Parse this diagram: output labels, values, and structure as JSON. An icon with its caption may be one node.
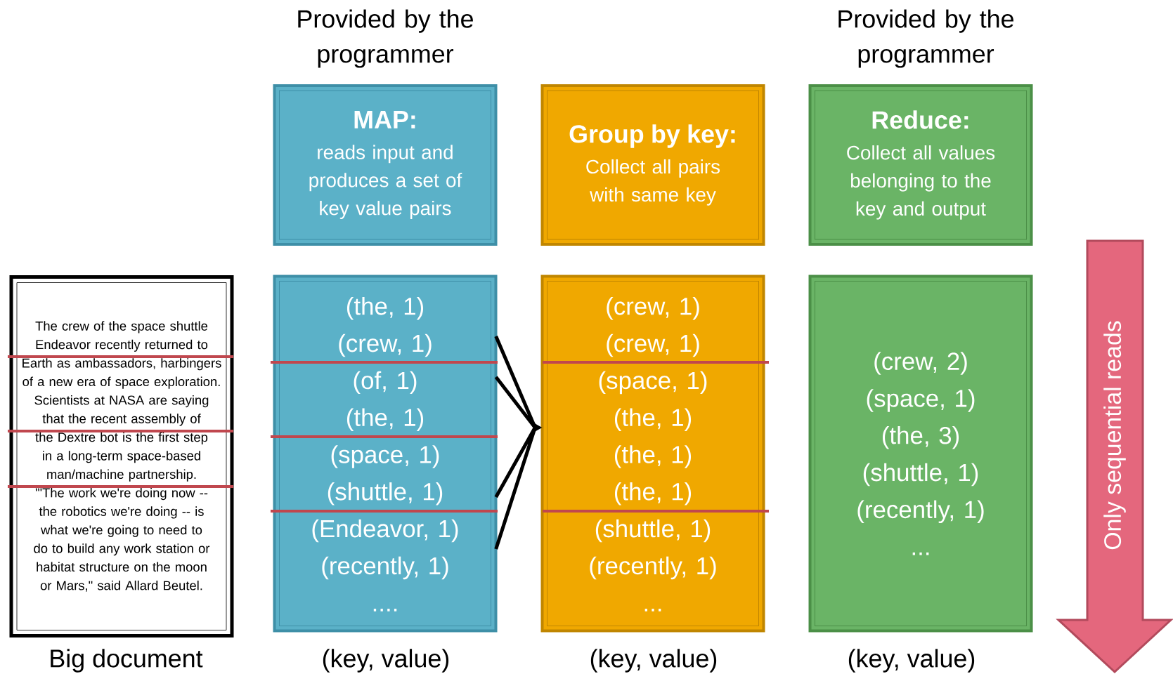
{
  "diagram": {
    "nodes": [
      {
        "text": [
          "The crew of the space shuttle Endeavor recently returned to Earth as ambassadors, harbingers of a new era of space exploration. Scientists at NASA are saying that the recent assembly of the Dextre bot is the first step in a long-term space-based man/machine partnership. '\"The work we're doing now -- the robotics we're doing -- is what we're going to need to do to build any work station or habitat structure on the moon or Mars,\" said Allard Beutel."
        ],
        "beside": [
          "Big document"
        ]
      },
      {
        "text": [
          "MAP:",
          "reads input and produces a set of key value pairs"
        ],
        "beside": [
          "Provided by the programmer"
        ]
      },
      {
        "text": [
          "Group by key:",
          "Collect all pairs with same key"
        ]
      },
      {
        "text": [
          "Reduce:",
          "Collect all values belonging to the key and output"
        ],
        "beside": [
          "Provided by the programmer"
        ]
      },
      {
        "text": [
          "(the, 1)",
          "(crew, 1)",
          "(of, 1)",
          "(the, 1)",
          "(space, 1)",
          "(shuttle, 1)",
          "(Endeavor, 1)",
          "(recently, 1)",
          "...."
        ],
        "beside": [
          "(key, value)"
        ]
      },
      {
        "text": [
          "(crew, 1)",
          "(crew, 1)",
          "(space, 1)",
          "(the, 1)",
          "(the, 1)",
          "(the, 1)",
          "(shuttle, 1)",
          "(recently, 1)",
          "..."
        ],
        "beside": [
          "(key, value)"
        ]
      },
      {
        "text": [
          "(crew, 2)",
          "(space, 1)",
          "(the, 3)",
          "(shuttle, 1)",
          "(recently, 1)",
          "..."
        ],
        "beside": [
          "(key, value)"
        ]
      },
      {
        "text": [
          "Only sequential reads"
        ]
      }
    ],
    "edges": [
      {
        "from": 4,
        "to": 5,
        "arrow": "to"
      }
    ]
  }
}
